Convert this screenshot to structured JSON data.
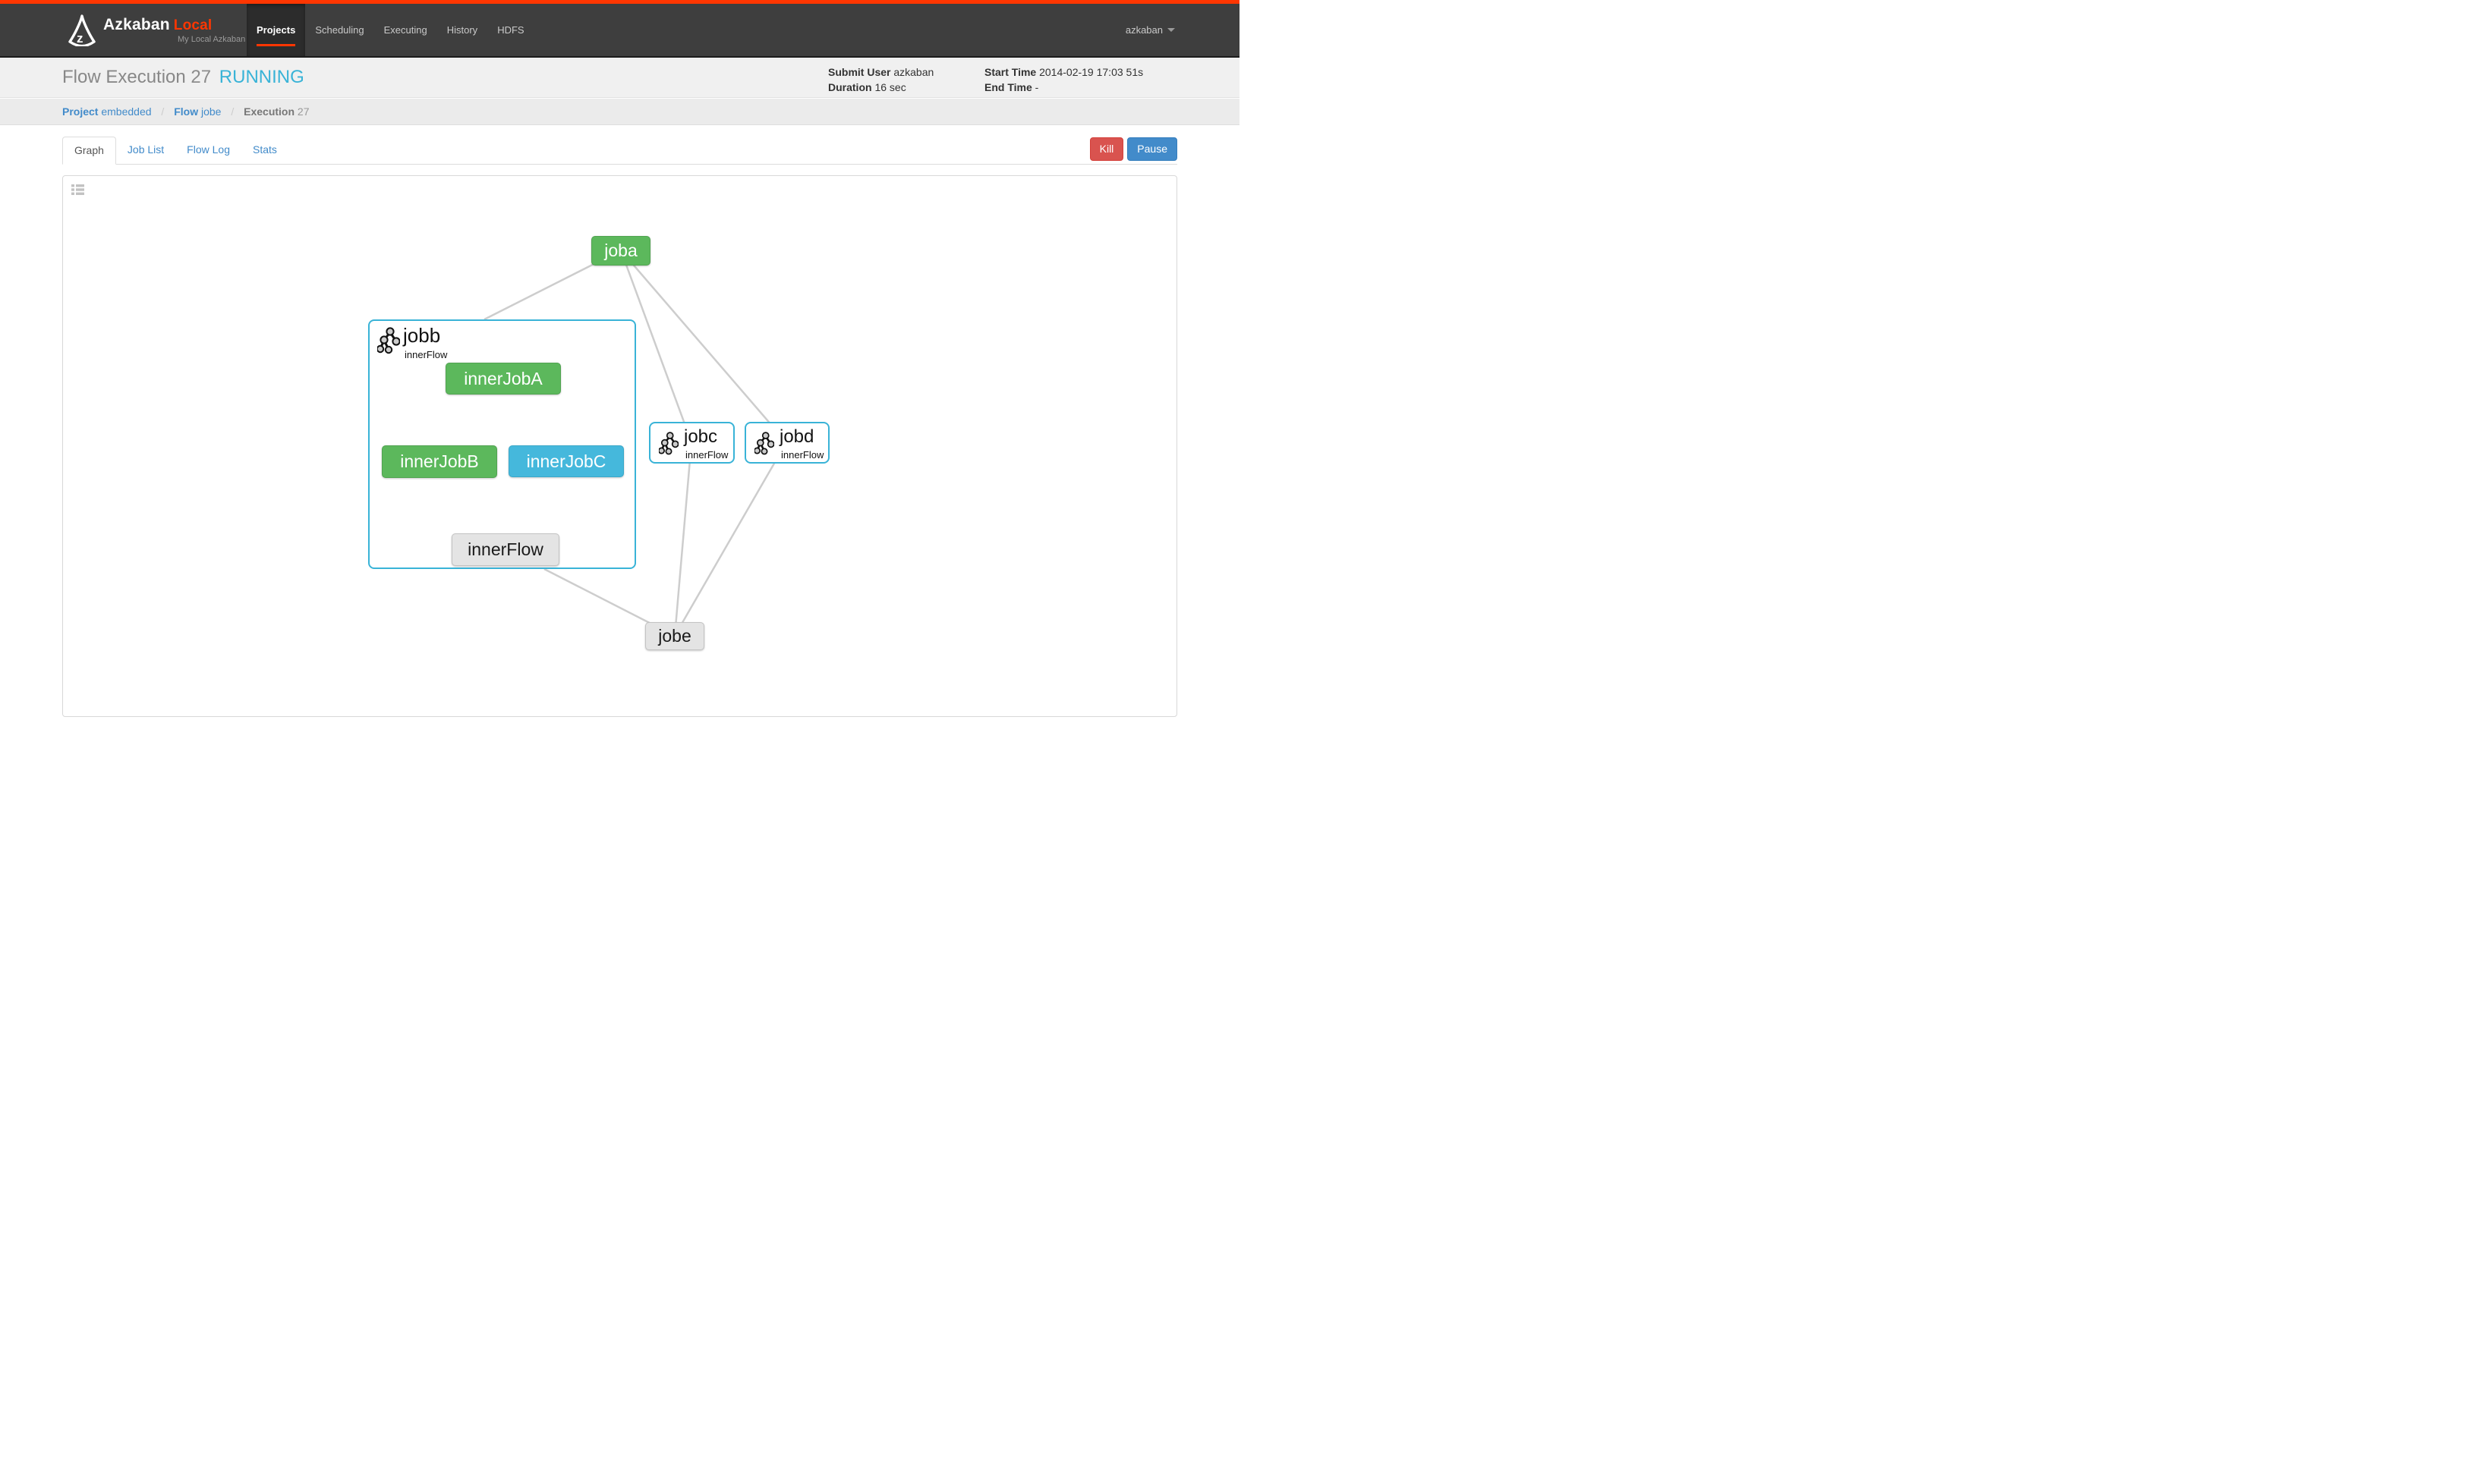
{
  "navbar": {
    "brand": {
      "name": "Azkaban",
      "mode": "Local",
      "subtitle": "My Local Azkaban"
    },
    "items": [
      {
        "label": "Projects",
        "active": true
      },
      {
        "label": "Scheduling",
        "active": false
      },
      {
        "label": "Executing",
        "active": false
      },
      {
        "label": "History",
        "active": false
      },
      {
        "label": "HDFS",
        "active": false
      }
    ],
    "user": "azkaban"
  },
  "header": {
    "title": "Flow Execution",
    "execution_id": "27",
    "status": "RUNNING",
    "info": {
      "submit_user_label": "Submit User",
      "submit_user": "azkaban",
      "duration_label": "Duration",
      "duration": "16 sec",
      "start_time_label": "Start Time",
      "start_time": "2014-02-19 17:03 51s",
      "end_time_label": "End Time",
      "end_time": "-"
    }
  },
  "breadcrumb": {
    "separator": "/",
    "project_label": "Project",
    "project": "embedded",
    "flow_label": "Flow",
    "flow": "jobe",
    "execution_label": "Execution",
    "execution": "27"
  },
  "tabs": [
    {
      "label": "Graph",
      "active": true
    },
    {
      "label": "Job List",
      "active": false
    },
    {
      "label": "Flow Log",
      "active": false
    },
    {
      "label": "Stats",
      "active": false
    }
  ],
  "actions": {
    "kill": "Kill",
    "pause": "Pause"
  },
  "graph": {
    "nodes": {
      "joba": {
        "label": "joba",
        "status": "success"
      },
      "jobb": {
        "label": "jobb",
        "subtitle": "innerFlow",
        "status": "running",
        "type": "embedded-flow-expanded"
      },
      "innerJobA": {
        "label": "innerJobA",
        "status": "success"
      },
      "innerJobB": {
        "label": "innerJobB",
        "status": "success"
      },
      "innerJobC": {
        "label": "innerJobC",
        "status": "running"
      },
      "innerFlow": {
        "label": "innerFlow",
        "status": "ready"
      },
      "jobc": {
        "label": "jobc",
        "subtitle": "innerFlow",
        "status": "running",
        "type": "embedded-flow-collapsed"
      },
      "jobd": {
        "label": "jobd",
        "subtitle": "innerFlow",
        "status": "running",
        "type": "embedded-flow-collapsed"
      },
      "jobe": {
        "label": "jobe",
        "status": "ready"
      }
    },
    "edges": [
      [
        "joba",
        "jobb"
      ],
      [
        "joba",
        "jobc"
      ],
      [
        "joba",
        "jobd"
      ],
      [
        "jobb",
        "jobe"
      ],
      [
        "jobc",
        "jobe"
      ],
      [
        "jobd",
        "jobe"
      ],
      [
        "innerJobA",
        "innerJobB"
      ],
      [
        "innerJobA",
        "innerJobC"
      ],
      [
        "innerJobB",
        "innerFlow"
      ],
      [
        "innerJobC",
        "innerFlow"
      ]
    ]
  },
  "colors": {
    "accent_orange": "#ff3601",
    "success_green": "#5cb85c",
    "running_blue": "#45b8dc",
    "flow_border": "#39b3d7",
    "ready_gray": "#e4e4e4",
    "kill_red": "#d9534f",
    "pause_blue": "#428bca",
    "link_blue": "#428bca",
    "status_running": "#39b3d7"
  }
}
